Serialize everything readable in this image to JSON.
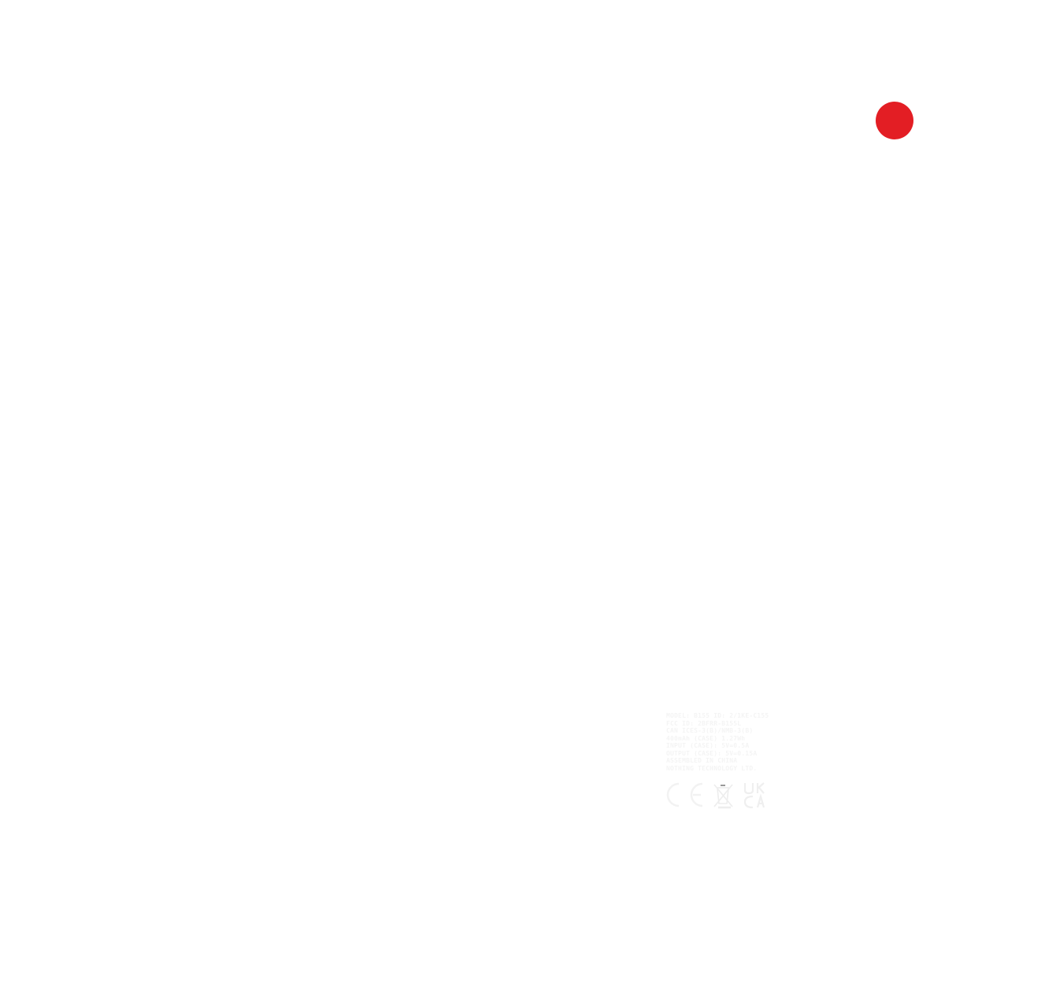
{
  "colors": {
    "background": "#ffffff",
    "accent_dot": "#e31e24",
    "label_text": "#f4f4f4"
  },
  "label": {
    "lines": [
      "MODEL: B155 ID: 2/1KE-C155",
      "FCC ID: 2BFRR-B155L",
      "CAN ICES-3(B)/NMB-3(B)",
      "400mAh (CASE) 1.27Wh",
      "INPUT (CASE): 5V=0.5A",
      "OUTPUT (CASE): 5V=0.15A",
      "ASSEMBLED IN CHINA",
      "NOTHING TECHNOLOGY LTD."
    ]
  },
  "marks": {
    "ce_mark": "CE",
    "ukca_mark": "UKCA",
    "icons": [
      "ce-mark-icon",
      "weee-bin-icon",
      "ukca-mark-icon"
    ]
  }
}
